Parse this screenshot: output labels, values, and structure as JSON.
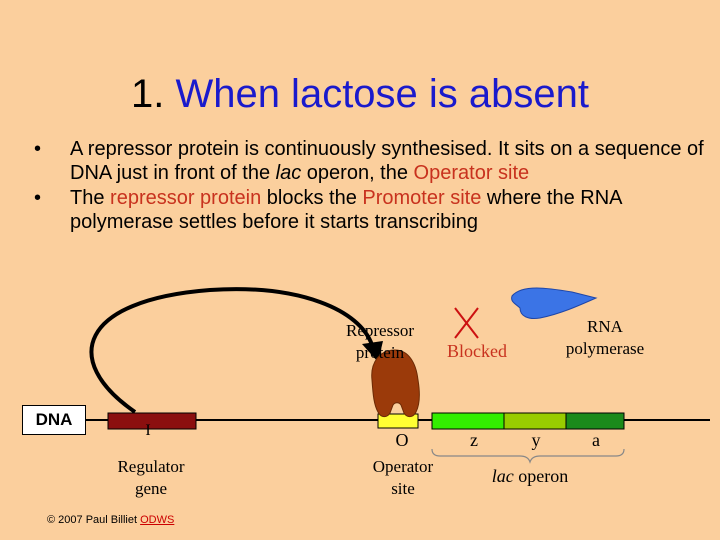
{
  "title": {
    "number": "1.",
    "text": "When lactose is absent"
  },
  "bullets": [
    {
      "marker": "•",
      "parts": [
        {
          "text": "A repressor protein is continuously synthesised. It sits on a sequence of DNA just in front of the ",
          "style": "normal"
        },
        {
          "text": "lac",
          "style": "italic"
        },
        {
          "text": " operon, the ",
          "style": "normal"
        },
        {
          "text": "Operator site",
          "style": "red"
        }
      ]
    },
    {
      "marker": "•",
      "parts": [
        {
          "text": "The ",
          "style": "normal"
        },
        {
          "text": "repressor protein",
          "style": "red"
        },
        {
          "text": " blocks the ",
          "style": "normal"
        },
        {
          "text": "Promoter site",
          "style": "red"
        },
        {
          "text": " where the RNA polymerase settles before it starts transcribing",
          "style": "normal"
        }
      ]
    }
  ],
  "diagram": {
    "dna_label": "DNA",
    "repressor_label_line1": "Repressor",
    "repressor_label_line2": "protein",
    "blocked_label": "Blocked",
    "rna_pol_label_line1": "RNA",
    "rna_pol_label_line2": "polymerase",
    "regulator_gene_letter": "I",
    "regulator_label_line1": "Regulator",
    "regulator_label_line2": "gene",
    "operator_letter": "O",
    "operator_label_line1": "Operator",
    "operator_label_line2": "site",
    "gene_z": "z",
    "gene_y": "y",
    "gene_a": "a",
    "operon_label_italic": "lac",
    "operon_label_rest": " operon"
  },
  "colors": {
    "background": "#fbcf9d",
    "title_blue": "#1a1acc",
    "highlight_red": "#c8321e",
    "regulator_gene": "#8b0f0f",
    "repressor": "#9b3a0a",
    "operator": "#ffff33",
    "gene_z": "#33ee00",
    "gene_y": "#99cc00",
    "gene_a": "#1b8a1b",
    "rna_polymerase": "#3b74e6",
    "blocked_cross": "#cc1111"
  },
  "copyright": {
    "text": "© 2007 Paul Billiet ",
    "link": "ODWS"
  }
}
